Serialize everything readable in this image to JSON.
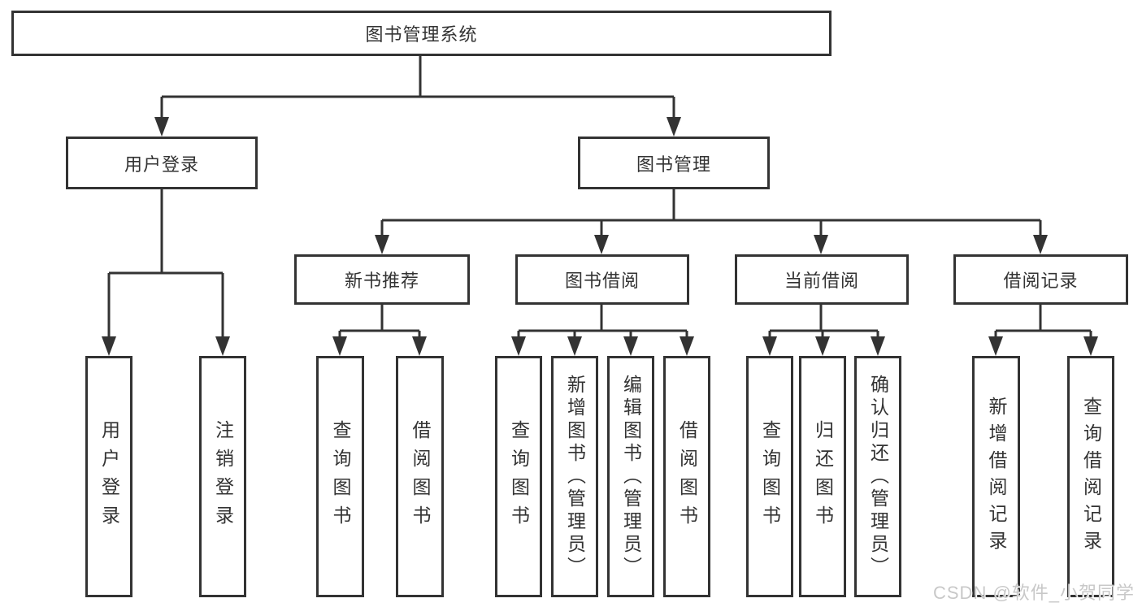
{
  "diagram": {
    "root": {
      "label": "图书管理系统"
    },
    "level2": {
      "user_login": {
        "label": "用户登录"
      },
      "book_mgmt": {
        "label": "图书管理"
      }
    },
    "level3": {
      "new_book_rec": {
        "label": "新书推荐"
      },
      "book_borrow": {
        "label": "图书借阅"
      },
      "current_borrow": {
        "label": "当前借阅"
      },
      "borrow_records": {
        "label": "借阅记录"
      }
    },
    "leaves": {
      "user_login": [
        "用户登录",
        "注销登录"
      ],
      "new_book_rec": [
        "查询图书",
        "借阅图书"
      ],
      "book_borrow": [
        "查询图书",
        "新增图书（管理员）",
        "编辑图书（管理员）",
        "借阅图书"
      ],
      "current_borrow": [
        "查询图书",
        "归还图书",
        "确认归还（管理员）"
      ],
      "borrow_records": [
        "新增借阅记录",
        "查询借阅记录"
      ]
    }
  },
  "watermark": "CSDN @软件_小贺同学",
  "colors": {
    "line": "#333333",
    "box_border": "#333333",
    "text": "#333333",
    "background": "#ffffff",
    "watermark_text": "#c8c8c8"
  }
}
